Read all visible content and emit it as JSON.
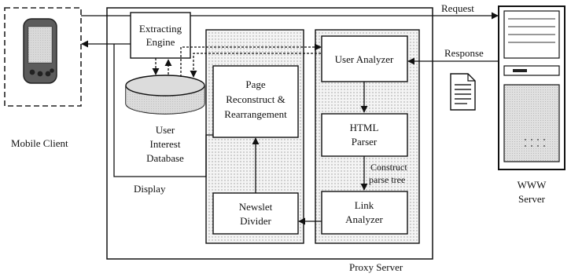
{
  "nodes": {
    "mobile_client": "Mobile Client",
    "extracting_engine": [
      "Extracting",
      "Engine"
    ],
    "user_interest_db": [
      "User",
      "Interest",
      "Database"
    ],
    "page_reconstruct": [
      "Page",
      "Reconstruct &",
      "Rearrangement"
    ],
    "newslet_divider": [
      "Newslet",
      "Divider"
    ],
    "user_analyzer": "User Analyzer",
    "html_parser": [
      "HTML",
      "Parser"
    ],
    "link_analyzer": [
      "Link",
      "Analyzer"
    ],
    "proxy_server": "Proxy Server",
    "www_server": [
      "WWW",
      "Server"
    ]
  },
  "edges": {
    "request": "Request",
    "response": "Response",
    "display": "Display",
    "construct_parse_tree": [
      "Construct",
      "parse tree"
    ]
  }
}
